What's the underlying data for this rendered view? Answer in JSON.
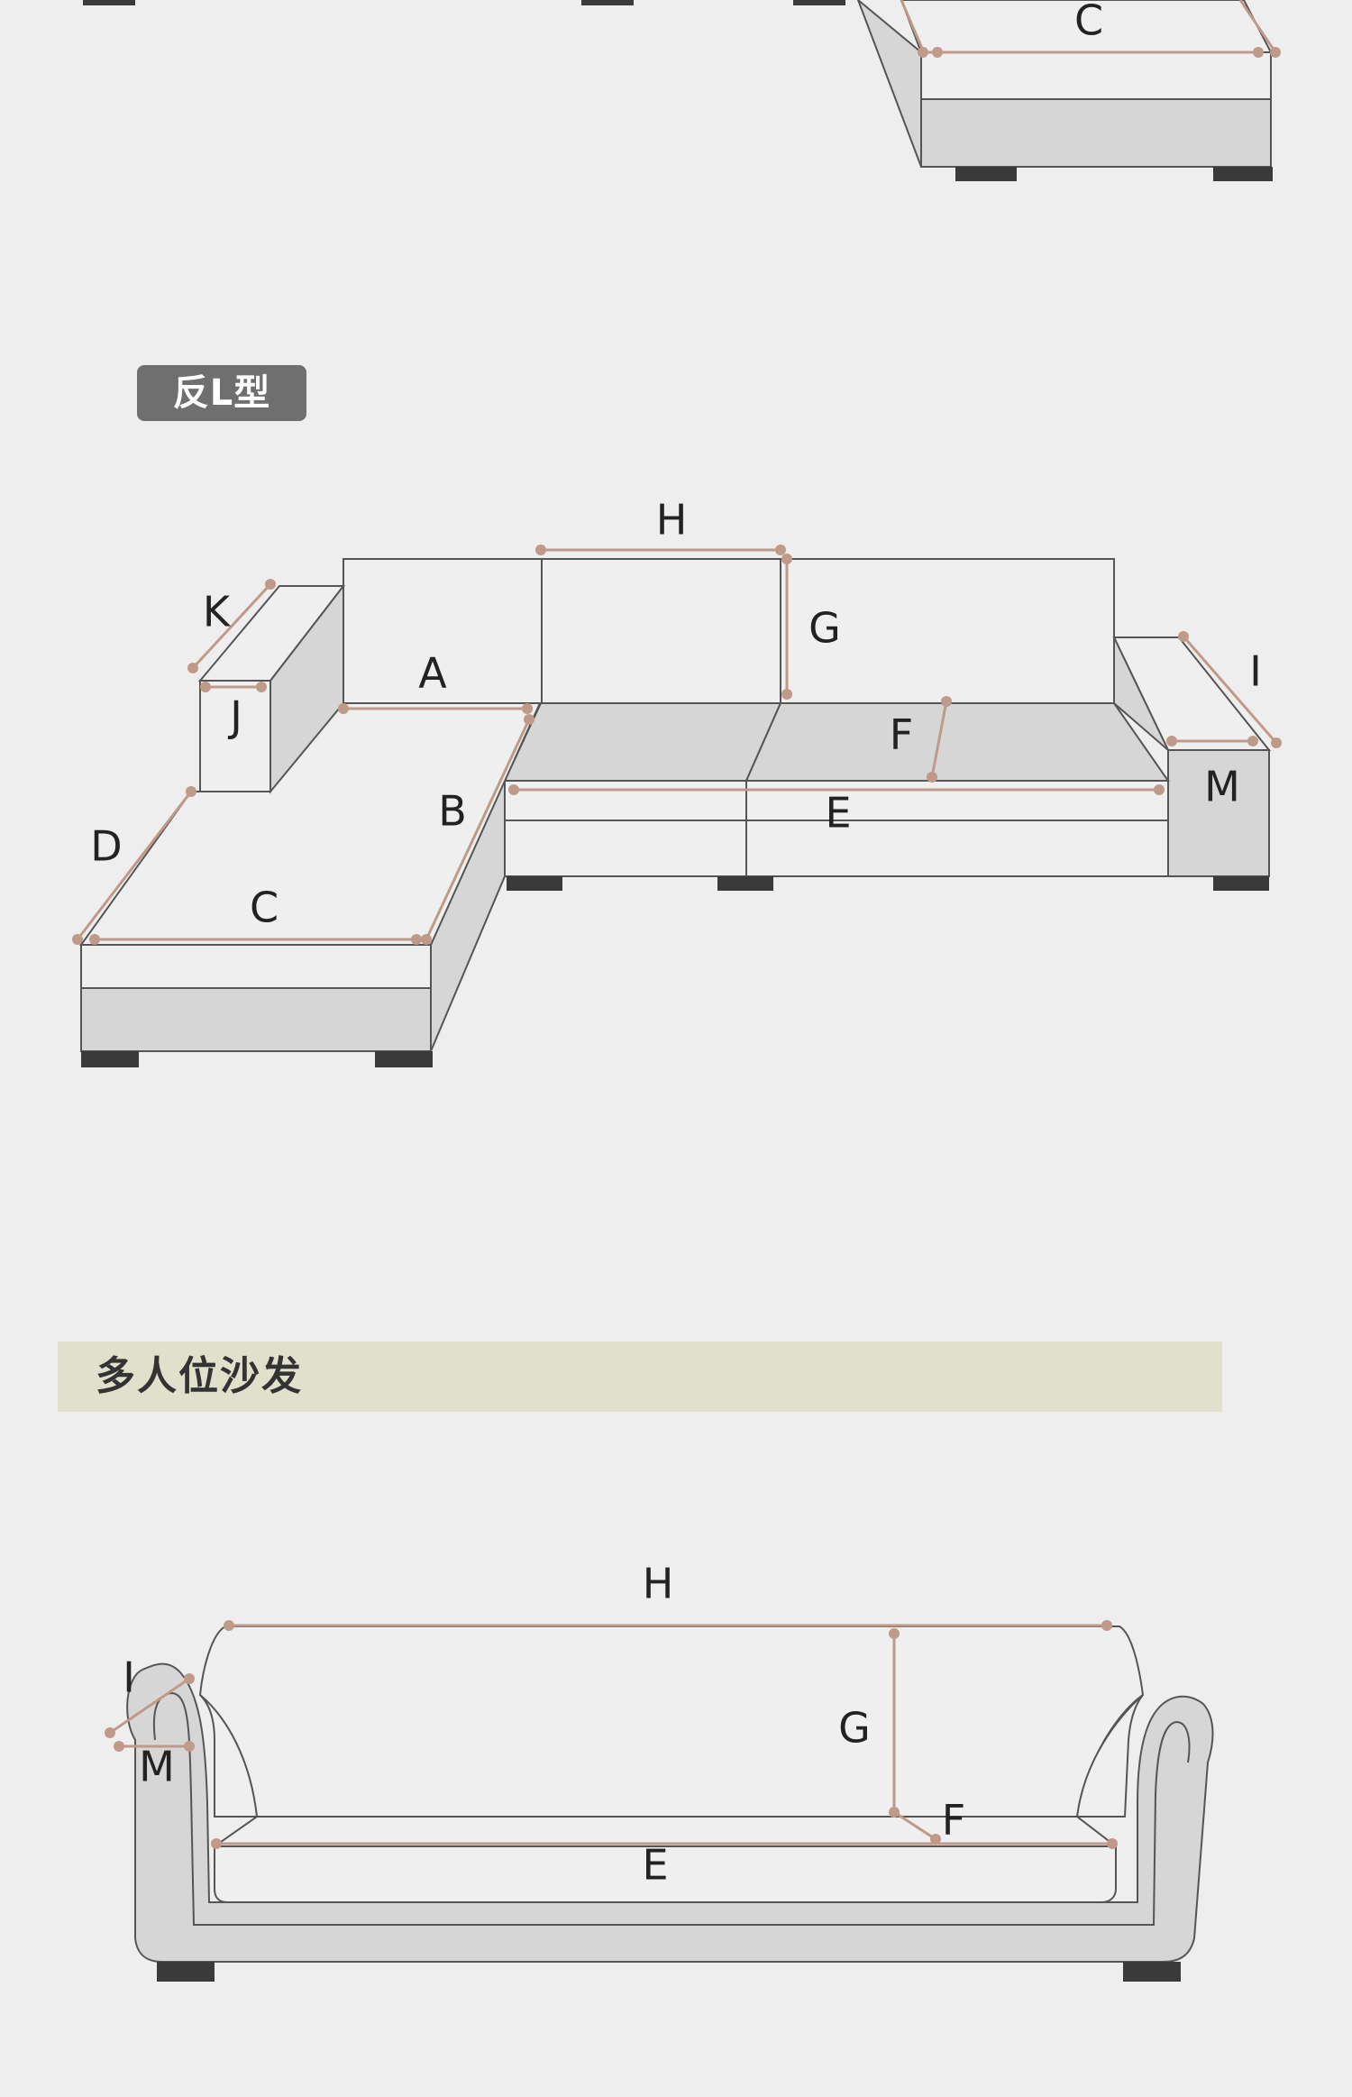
{
  "colors": {
    "background": "#eeeeee",
    "sofa_fill": "#efefef",
    "sofa_shade": "#d6d6d6",
    "outline": "#555555",
    "leg": "#3a3a3a",
    "measure": "#c09a88",
    "badge_bg": "#6f6f6f",
    "banner_bg": "#e0e0cc"
  },
  "top_diagram": {
    "labels": {
      "c": "C"
    }
  },
  "reverse_l_section": {
    "badge": "反L型",
    "labels": {
      "a": "A",
      "b": "B",
      "c": "C",
      "d": "D",
      "e": "E",
      "f": "F",
      "g": "G",
      "h": "H",
      "i": "I",
      "j": "J",
      "k": "K",
      "m": "M"
    }
  },
  "multi_seat_section": {
    "title": "多人位沙发",
    "labels": {
      "e": "E",
      "f": "F",
      "g": "G",
      "h": "H",
      "i": "I",
      "m": "M"
    }
  }
}
